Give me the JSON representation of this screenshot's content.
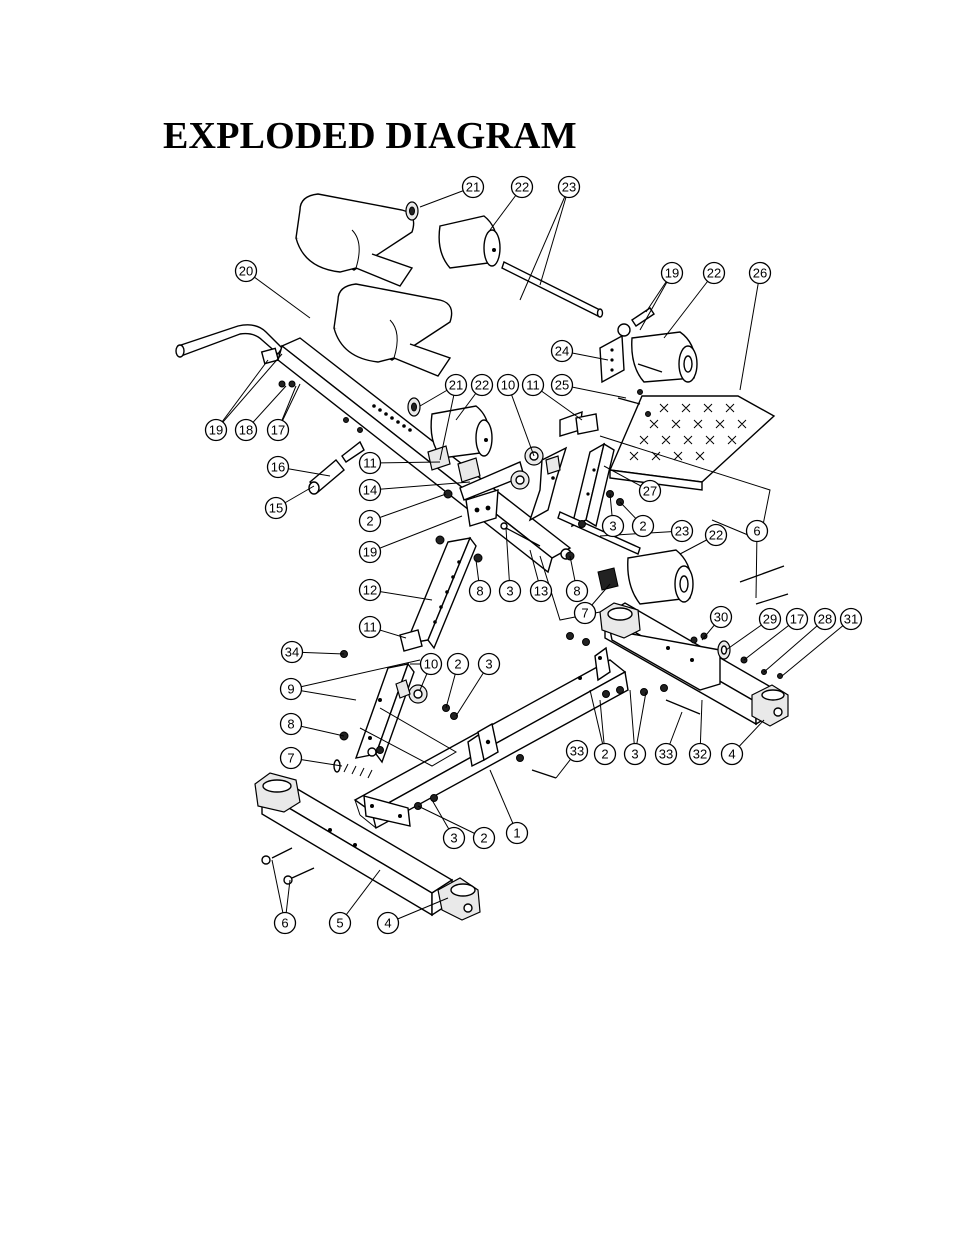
{
  "title": "EXPLODED DIAGRAM",
  "callouts": [
    "21",
    "22",
    "23",
    "20",
    "19",
    "22",
    "26",
    "24",
    "25",
    "21",
    "22",
    "10",
    "11",
    "19",
    "18",
    "17",
    "16",
    "11",
    "14",
    "27",
    "15",
    "2",
    "3",
    "2",
    "23",
    "22",
    "6",
    "19",
    "8",
    "3",
    "13",
    "8",
    "12",
    "7",
    "30",
    "29",
    "17",
    "28",
    "31",
    "11",
    "34",
    "10",
    "2",
    "3",
    "9",
    "8",
    "7",
    "33",
    "2",
    "3",
    "33",
    "32",
    "4",
    "3",
    "2",
    "1",
    "6",
    "5",
    "4"
  ]
}
